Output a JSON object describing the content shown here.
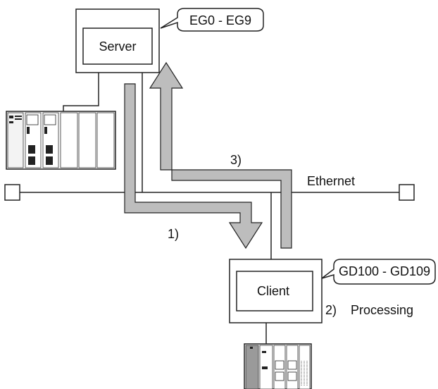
{
  "diagram": {
    "server": {
      "label": "Server",
      "callout": "EG0 - EG9"
    },
    "client": {
      "label": "Client",
      "callout": "GD100 - GD109"
    },
    "network": {
      "label": "Ethernet"
    },
    "steps": [
      {
        "label": "1)"
      },
      {
        "label": "2)    Processing"
      },
      {
        "label": "3)"
      }
    ]
  },
  "colors": {
    "arrow_fill": "#bdbdbd",
    "stroke": "#222222"
  }
}
